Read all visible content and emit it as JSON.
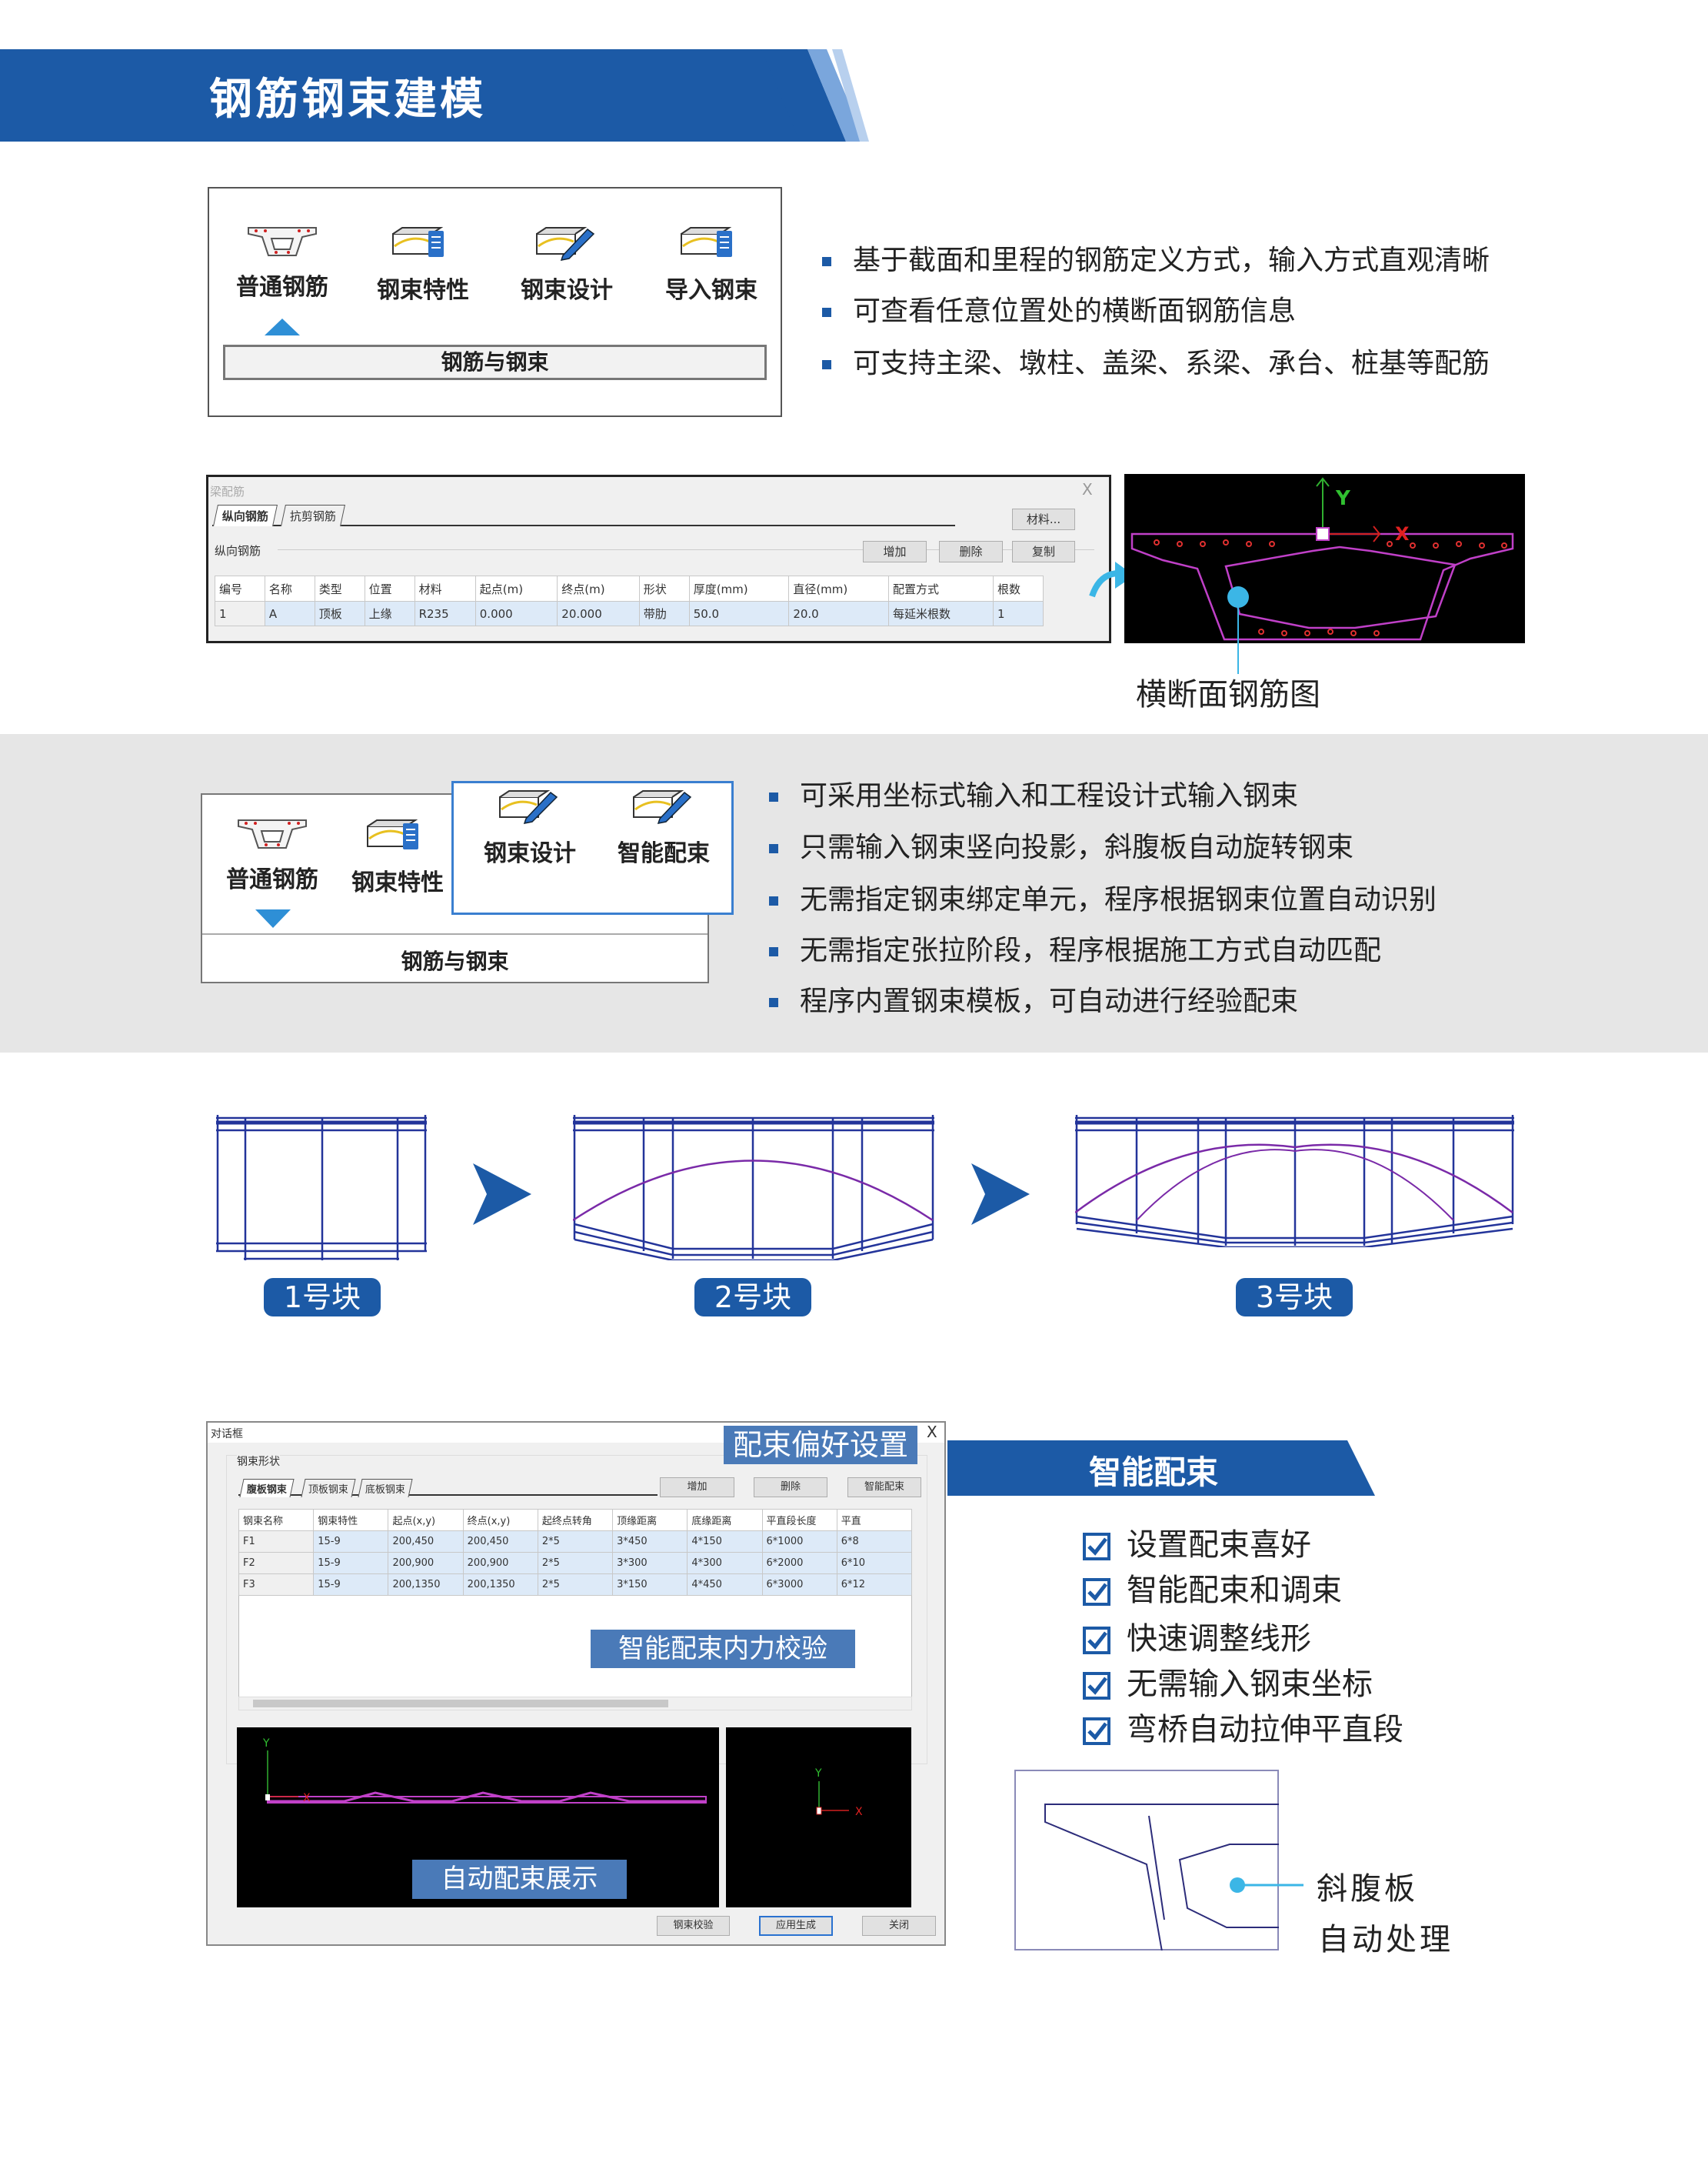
{
  "header": {
    "title": "钢筋钢束建模",
    "color": "#1c5aa6"
  },
  "section1": {
    "tools": [
      {
        "label": "普通钢筋",
        "icon": "girder-section-icon"
      },
      {
        "label": "钢束特性",
        "icon": "tendon-property-icon"
      },
      {
        "label": "钢束设计",
        "icon": "tendon-design-icon"
      },
      {
        "label": "导入钢束",
        "icon": "import-tendon-icon"
      }
    ],
    "group_label": "钢筋与钢束",
    "bullets": [
      "基于截面和里程的钢筋定义方式，输入方式直观清晰",
      "可查看任意位置处的横断面钢筋信息",
      "可支持主梁、墩柱、盖梁、系梁、承台、桩基等配筋"
    ]
  },
  "dialog1": {
    "title": "梁配筋",
    "close": "X",
    "tabs": [
      "纵向钢筋",
      "抗剪钢筋"
    ],
    "material_button": "材料...",
    "group_label": "纵向钢筋",
    "buttons": [
      "增加",
      "删除",
      "复制"
    ],
    "columns": [
      "编号",
      "名称",
      "类型",
      "位置",
      "材料",
      "起点(m)",
      "终点(m)",
      "形状",
      "厚度(mm)",
      "直径(mm)",
      "配置方式",
      "根数"
    ],
    "rows": [
      [
        "1",
        "A",
        "顶板",
        "上缘",
        "R235",
        "0.000",
        "20.000",
        "带肋",
        "50.0",
        "20.0",
        "每延米根数",
        "1"
      ]
    ]
  },
  "cross_section": {
    "caption": "横断面钢筋图",
    "axis_x": "X",
    "axis_y": "Y"
  },
  "section2": {
    "tools": [
      {
        "label": "普通钢筋",
        "icon": "girder-section-icon"
      },
      {
        "label": "钢束特性",
        "icon": "tendon-property-icon"
      }
    ],
    "highlight_tools": [
      {
        "label": "钢束设计",
        "icon": "tendon-design-icon"
      },
      {
        "label": "智能配束",
        "icon": "smart-tendon-icon"
      }
    ],
    "group_label": "钢筋与钢束",
    "bullets": [
      "可采用坐标式输入和工程设计式输入钢束",
      "只需输入钢束竖向投影，斜腹板自动旋转钢束",
      "无需指定钢束绑定单元，程序根据钢束位置自动识别",
      "无需指定张拉阶段，程序根据施工方式自动匹配",
      "程序内置钢束模板，可自动进行经验配束"
    ]
  },
  "blocks": [
    "1号块",
    "2号块",
    "3号块"
  ],
  "dialog2": {
    "title": "对话框",
    "close": "X",
    "overlay_top": "配束偏好设置",
    "group_label": "钢束形状",
    "tabs": [
      "腹板钢束",
      "顶板钢束",
      "底板钢束"
    ],
    "buttons": [
      "增加",
      "删除",
      "智能配束"
    ],
    "columns": [
      "钢束名称",
      "钢束特性",
      "起点(x,y)",
      "终点(x,y)",
      "起终点转角",
      "顶缘距离",
      "底缘距离",
      "平直段长度",
      "平直"
    ],
    "rows": [
      [
        "F1",
        "15-9",
        "200,450",
        "200,450",
        "2*5",
        "3*450",
        "4*150",
        "6*1000",
        "6*8"
      ],
      [
        "F2",
        "15-9",
        "200,900",
        "200,900",
        "2*5",
        "3*300",
        "4*300",
        "6*2000",
        "6*10"
      ],
      [
        "F3",
        "15-9",
        "200,1350",
        "200,1350",
        "2*5",
        "3*150",
        "4*450",
        "6*3000",
        "6*12"
      ]
    ],
    "overlay_mid": "智能配束内力校验",
    "overlay_bottom": "自动配束展示",
    "axis_x": "X",
    "axis_y": "Y",
    "footer_buttons": [
      "钢束校验",
      "应用生成",
      "关闭"
    ]
  },
  "smart": {
    "title": "智能配束",
    "checks": [
      "设置配束喜好",
      "智能配束和调束",
      "快速调整线形",
      "无需输入钢束坐标",
      "弯桥自动拉伸平直段"
    ],
    "callout": [
      "斜腹板",
      "自动处理"
    ]
  }
}
